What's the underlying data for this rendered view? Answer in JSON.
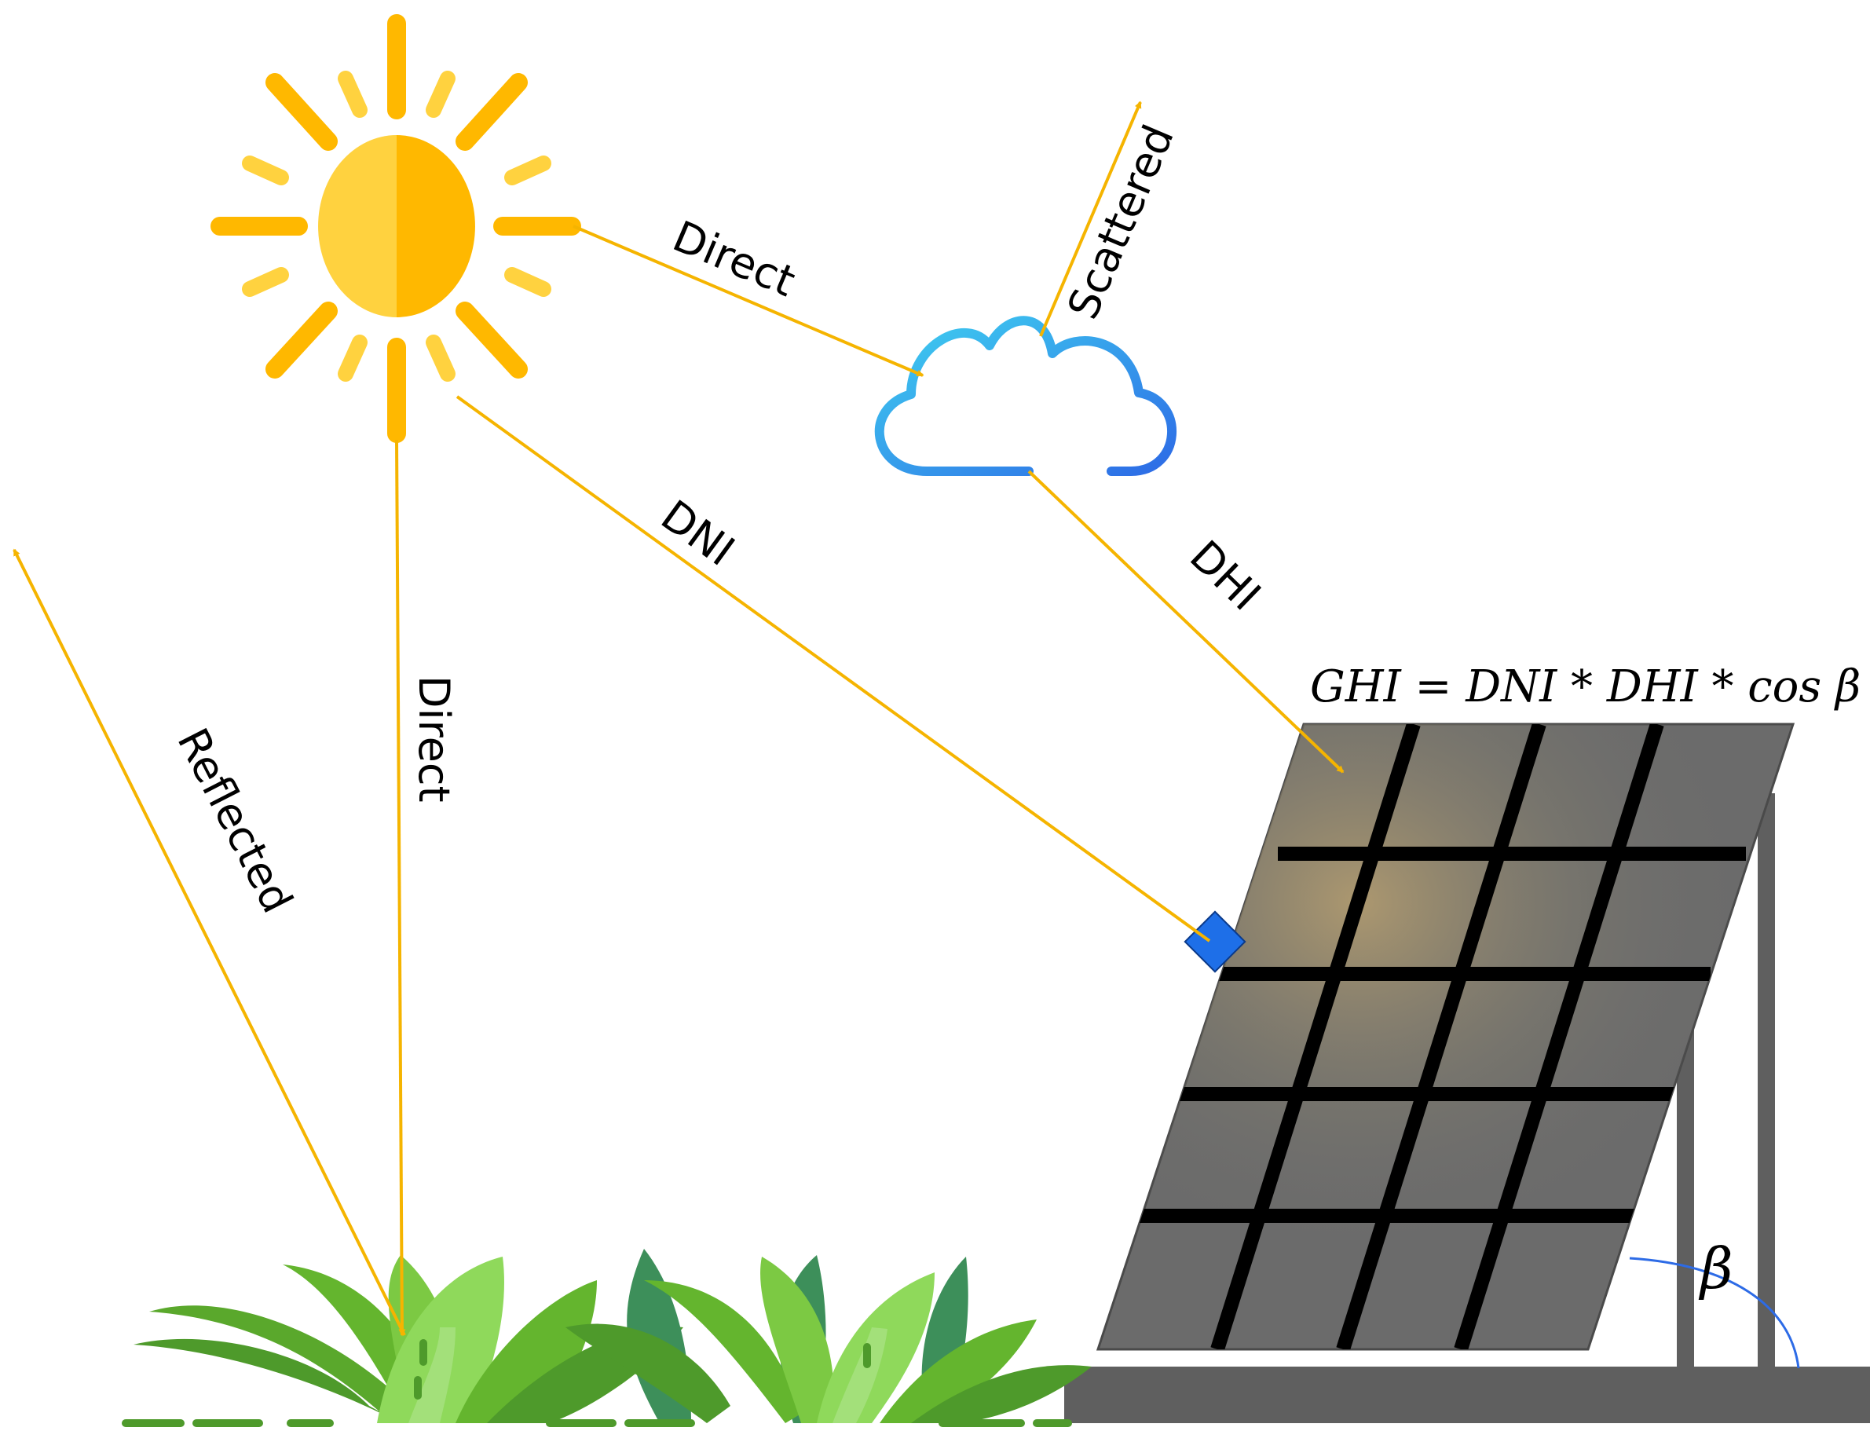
{
  "labels": {
    "direct_to_cloud": "Direct",
    "scattered": "Scattered",
    "dni": "DNI",
    "dhi": "DHI",
    "direct_vertical": "Direct",
    "reflected": "Reflected",
    "formula": "GHI = DNI * DHI * cos β",
    "tilt_angle": "β"
  },
  "colors": {
    "ray": "#F5B400",
    "sun_light": "#FFD23F",
    "sun_dark": "#FFB800",
    "panel": "#6b6b6b",
    "panel_grid": "#000000",
    "panel_stand": "#5f5f5f",
    "sensor": "#1E6FE8",
    "cloud_start": "#3FD0F0",
    "cloud_end": "#2D6BE6",
    "grass_dark": "#4E9A2B",
    "grass_mid": "#64B52E",
    "grass_light": "#8FD95B",
    "angle_arc": "#2D6BE6"
  },
  "icons": {
    "sun": "sun-icon",
    "cloud": "cloud-icon",
    "panel": "solar-panel",
    "sensor": "pyranometer-sensor",
    "grass": "grass-icon"
  }
}
